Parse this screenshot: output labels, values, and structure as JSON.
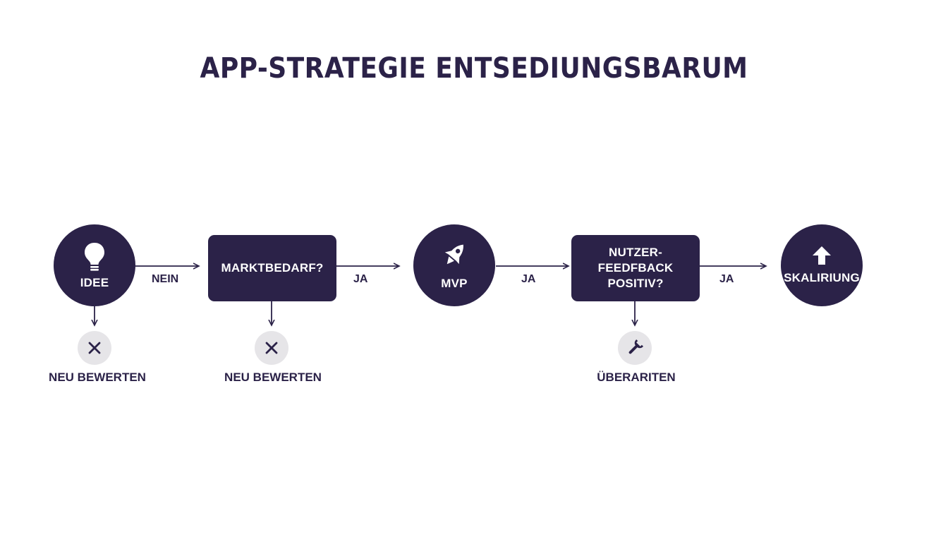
{
  "title": "APP-STRATEGIE ENTSEDIUNGSBARUM",
  "colors": {
    "primary": "#2b2248",
    "background": "#ffffff",
    "sub_circle": "#e6e5e8"
  },
  "nodes": {
    "idee": {
      "label": "IDEE",
      "icon": "lightbulb-icon"
    },
    "marktbedarf": {
      "label": "MARKTBEDARF?"
    },
    "mvp": {
      "label": "MVP",
      "icon": "rocket-icon"
    },
    "feedback": {
      "line1": "NUTZER-FEEDFBACK",
      "line2": "POSITIV?"
    },
    "skalierung": {
      "label": "SKALIRIUNG",
      "icon": "arrow-up-icon"
    }
  },
  "edges": {
    "idee_to_markt": "NEIN",
    "markt_to_mvp": "JA",
    "mvp_to_feedback": "JA",
    "feedback_to_skal": "JA"
  },
  "outcomes": {
    "idee": {
      "label": "NEU BEWERTEN",
      "icon": "x-icon"
    },
    "markt": {
      "label": "NEU BEWERTEN",
      "icon": "x-icon"
    },
    "feedback": {
      "label": "ÜBERARITEN",
      "icon": "wrench-icon"
    }
  }
}
